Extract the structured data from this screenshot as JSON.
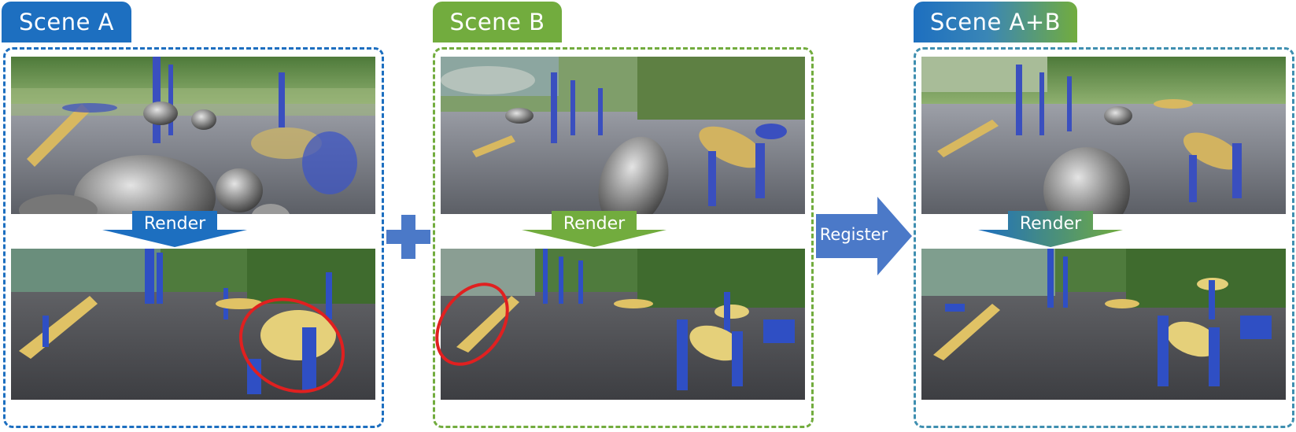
{
  "scene_a": {
    "title": "Scene A",
    "arrow_label": "Render"
  },
  "scene_b": {
    "title": "Scene B",
    "arrow_label": "Render"
  },
  "scene_ab": {
    "title": "Scene A+B",
    "arrow_label": "Render"
  },
  "plus": {
    "icon": "plus-icon"
  },
  "register": {
    "label": "Register",
    "icon": "right-arrow-icon"
  },
  "colors": {
    "scene_a": "#1d6fc0",
    "scene_b": "#72ac3e",
    "combined": "#3f8fb0",
    "highlight_circle": "#e02020",
    "plus": "#4b79c8"
  }
}
